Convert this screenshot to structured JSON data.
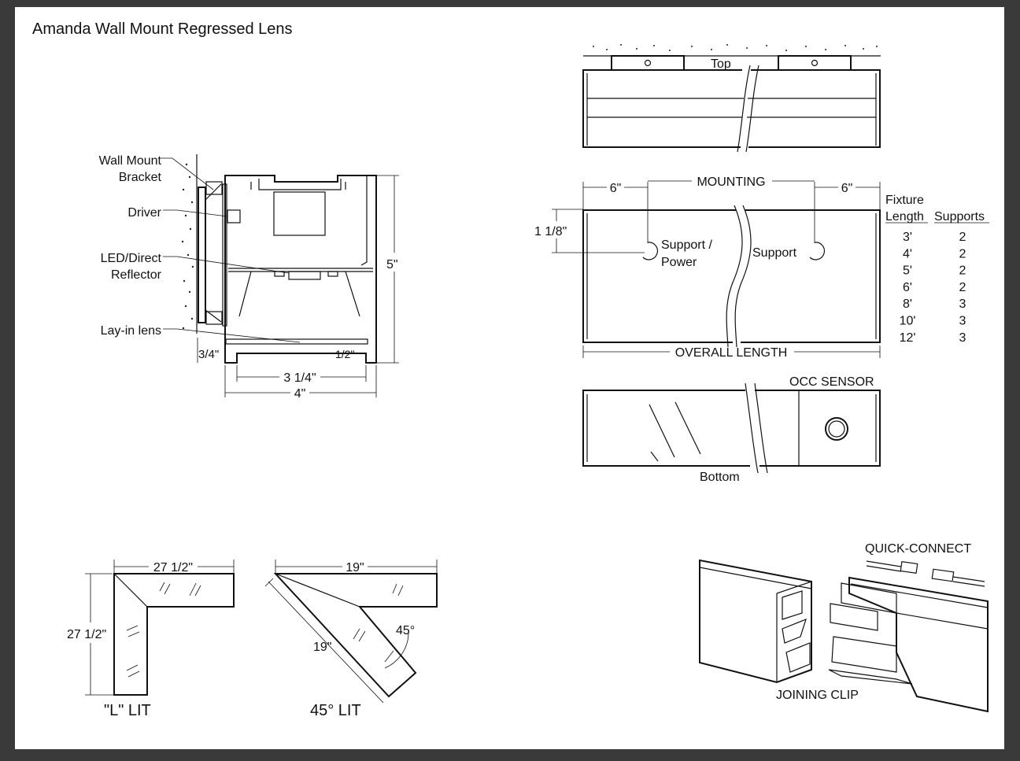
{
  "title": "Amanda Wall Mount Regressed Lens",
  "section": {
    "labels": {
      "wall_mount": "Wall Mount",
      "bracket": "Bracket",
      "driver": "Driver",
      "led_direct": "LED/Direct",
      "reflector": "Reflector",
      "lay_in_lens": "Lay-in lens"
    },
    "dims": {
      "height": "5\"",
      "inset": "3/4\"",
      "lens_gap": "1/2\"",
      "lens_width": "3 1/4\"",
      "width": "4\""
    }
  },
  "top_view": {
    "label": "Top"
  },
  "mounting_view": {
    "left_offset": "6\"",
    "right_offset": "6\"",
    "mounting": "MOUNTING",
    "vertical_dim": "1 1/8\"",
    "support_power": [
      "Support /",
      "Power"
    ],
    "support": "Support",
    "overall_length": "OVERALL LENGTH"
  },
  "supports_table": {
    "header": {
      "fixture": "Fixture",
      "length": "Length",
      "supports": "Supports"
    },
    "rows": [
      {
        "length": "3'",
        "supports": "2"
      },
      {
        "length": "4'",
        "supports": "2"
      },
      {
        "length": "5'",
        "supports": "2"
      },
      {
        "length": "6'",
        "supports": "2"
      },
      {
        "length": "8'",
        "supports": "3"
      },
      {
        "length": "10'",
        "supports": "3"
      },
      {
        "length": "12'",
        "supports": "3"
      }
    ]
  },
  "bottom_view": {
    "sensor": "OCC SENSOR",
    "label": "Bottom"
  },
  "l_lit": {
    "width": "27 1/2\"",
    "height": "27 1/2\"",
    "label": "\"L\" LIT"
  },
  "lit45": {
    "width": "19\"",
    "diagonal": "19\"",
    "angle": "45°",
    "label": "45° LIT"
  },
  "iso": {
    "quick_connect": "QUICK-CONNECT",
    "joining_clip": "JOINING CLIP"
  }
}
